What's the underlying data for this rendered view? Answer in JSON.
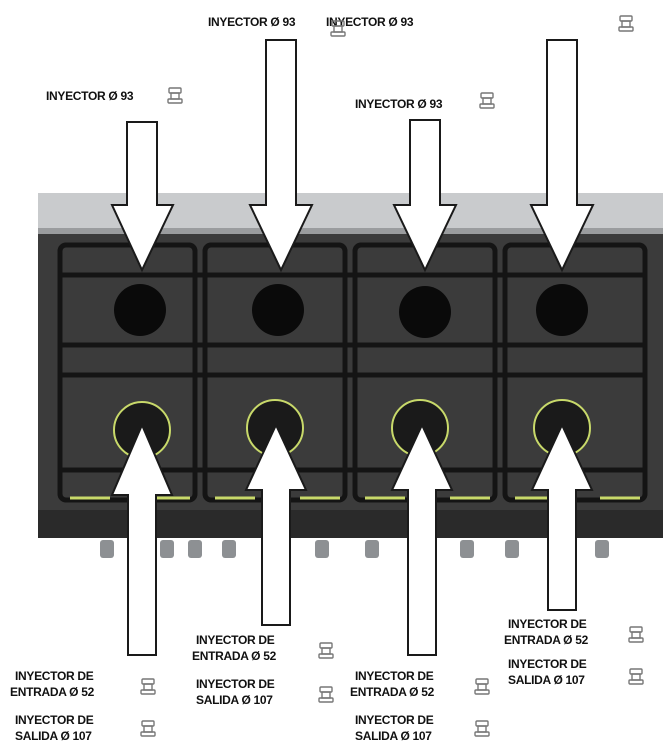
{
  "labels": {
    "top_left": "INYECTOR Ø 93",
    "top_center_a": "INYECTOR Ø 93",
    "top_center_b": "INYECTOR Ø 93",
    "top_right_mid": "INYECTOR Ø 93",
    "bl_entrada_1": "INYECTOR DE",
    "bl_entrada_2": "ENTRADA Ø 52",
    "bl_salida_1": "INYECTOR DE",
    "bl_salida_2": "SALIDA Ø 107",
    "b2_entrada_1": "INYECTOR DE",
    "b2_entrada_2": "ENTRADA Ø 52",
    "b2_salida_1": "INYECTOR DE",
    "b2_salida_2": "SALIDA Ø 107",
    "b3_entrada_1": "INYECTOR DE",
    "b3_entrada_2": "ENTRADA Ø 52",
    "b3_salida_1": "INYECTOR DE",
    "b3_salida_2": "SALIDA Ø 107",
    "b4_entrada_1": "INYECTOR DE",
    "b4_entrada_2": "ENTRADA Ø 52",
    "b4_salida_1": "INYECTOR DE",
    "b4_salida_2": "SALIDA Ø 107"
  },
  "colors": {
    "cooktop": "#3b3b3b",
    "grate": "#1e1e1e",
    "panel": "#c9cbcd",
    "arrow_fill": "#ffffff",
    "arrow_stroke": "#1a1a1a",
    "accent": "#c8d96a"
  },
  "icons": [
    "injector-icon"
  ]
}
